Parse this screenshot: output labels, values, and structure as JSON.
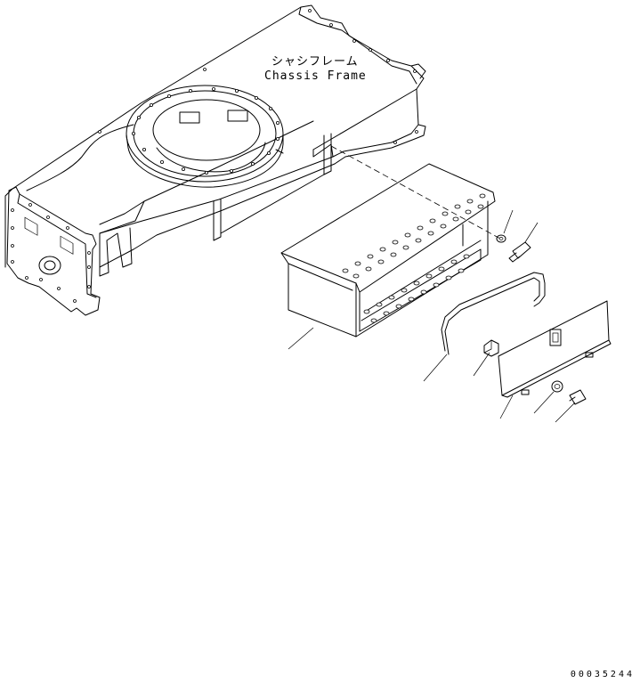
{
  "diagram": {
    "part_name_jp": "シャシフレーム",
    "part_name_en": "Chassis Frame",
    "drawing_code": "00035244"
  }
}
